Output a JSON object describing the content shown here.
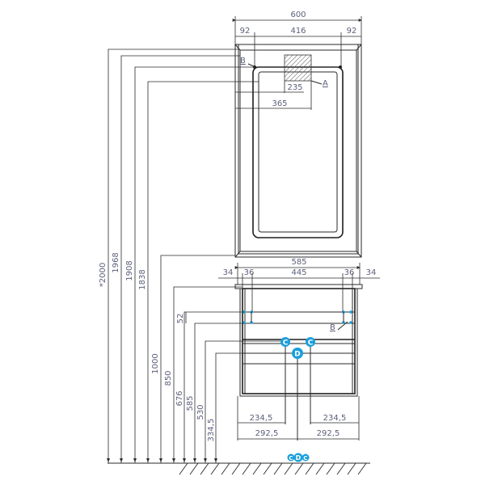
{
  "mirror": {
    "width_total": "600",
    "margin_left": "92",
    "inner_width": "416",
    "margin_right": "92",
    "hatch_label": "A",
    "point_label": "B",
    "offset_1": "235",
    "offset_2": "365"
  },
  "cabinet": {
    "width_total": "585",
    "side_left": "34",
    "inset_left": "36",
    "inner_width": "445",
    "inset_right": "36",
    "side_right": "34",
    "drawer_gap": "52",
    "point_label": "B",
    "marker_c": "C",
    "marker_d": "D",
    "half_inner_left": "234,5",
    "half_inner_right": "234,5",
    "half_outer_left": "292,5",
    "half_outer_right": "292,5"
  },
  "heights": {
    "h2000": "*2000",
    "h1968": "1968",
    "h1908": "1908",
    "h1838": "1838",
    "h1000": "1000",
    "h850": "850",
    "h676": "676",
    "h585": "585",
    "h530": "530",
    "h334": "334,5"
  },
  "floor_markers": [
    "C",
    "D",
    "C"
  ],
  "colors": {
    "line": "#2a2a2a",
    "dim_text": "#5b5f7a",
    "marker": "#1a9fdc"
  }
}
